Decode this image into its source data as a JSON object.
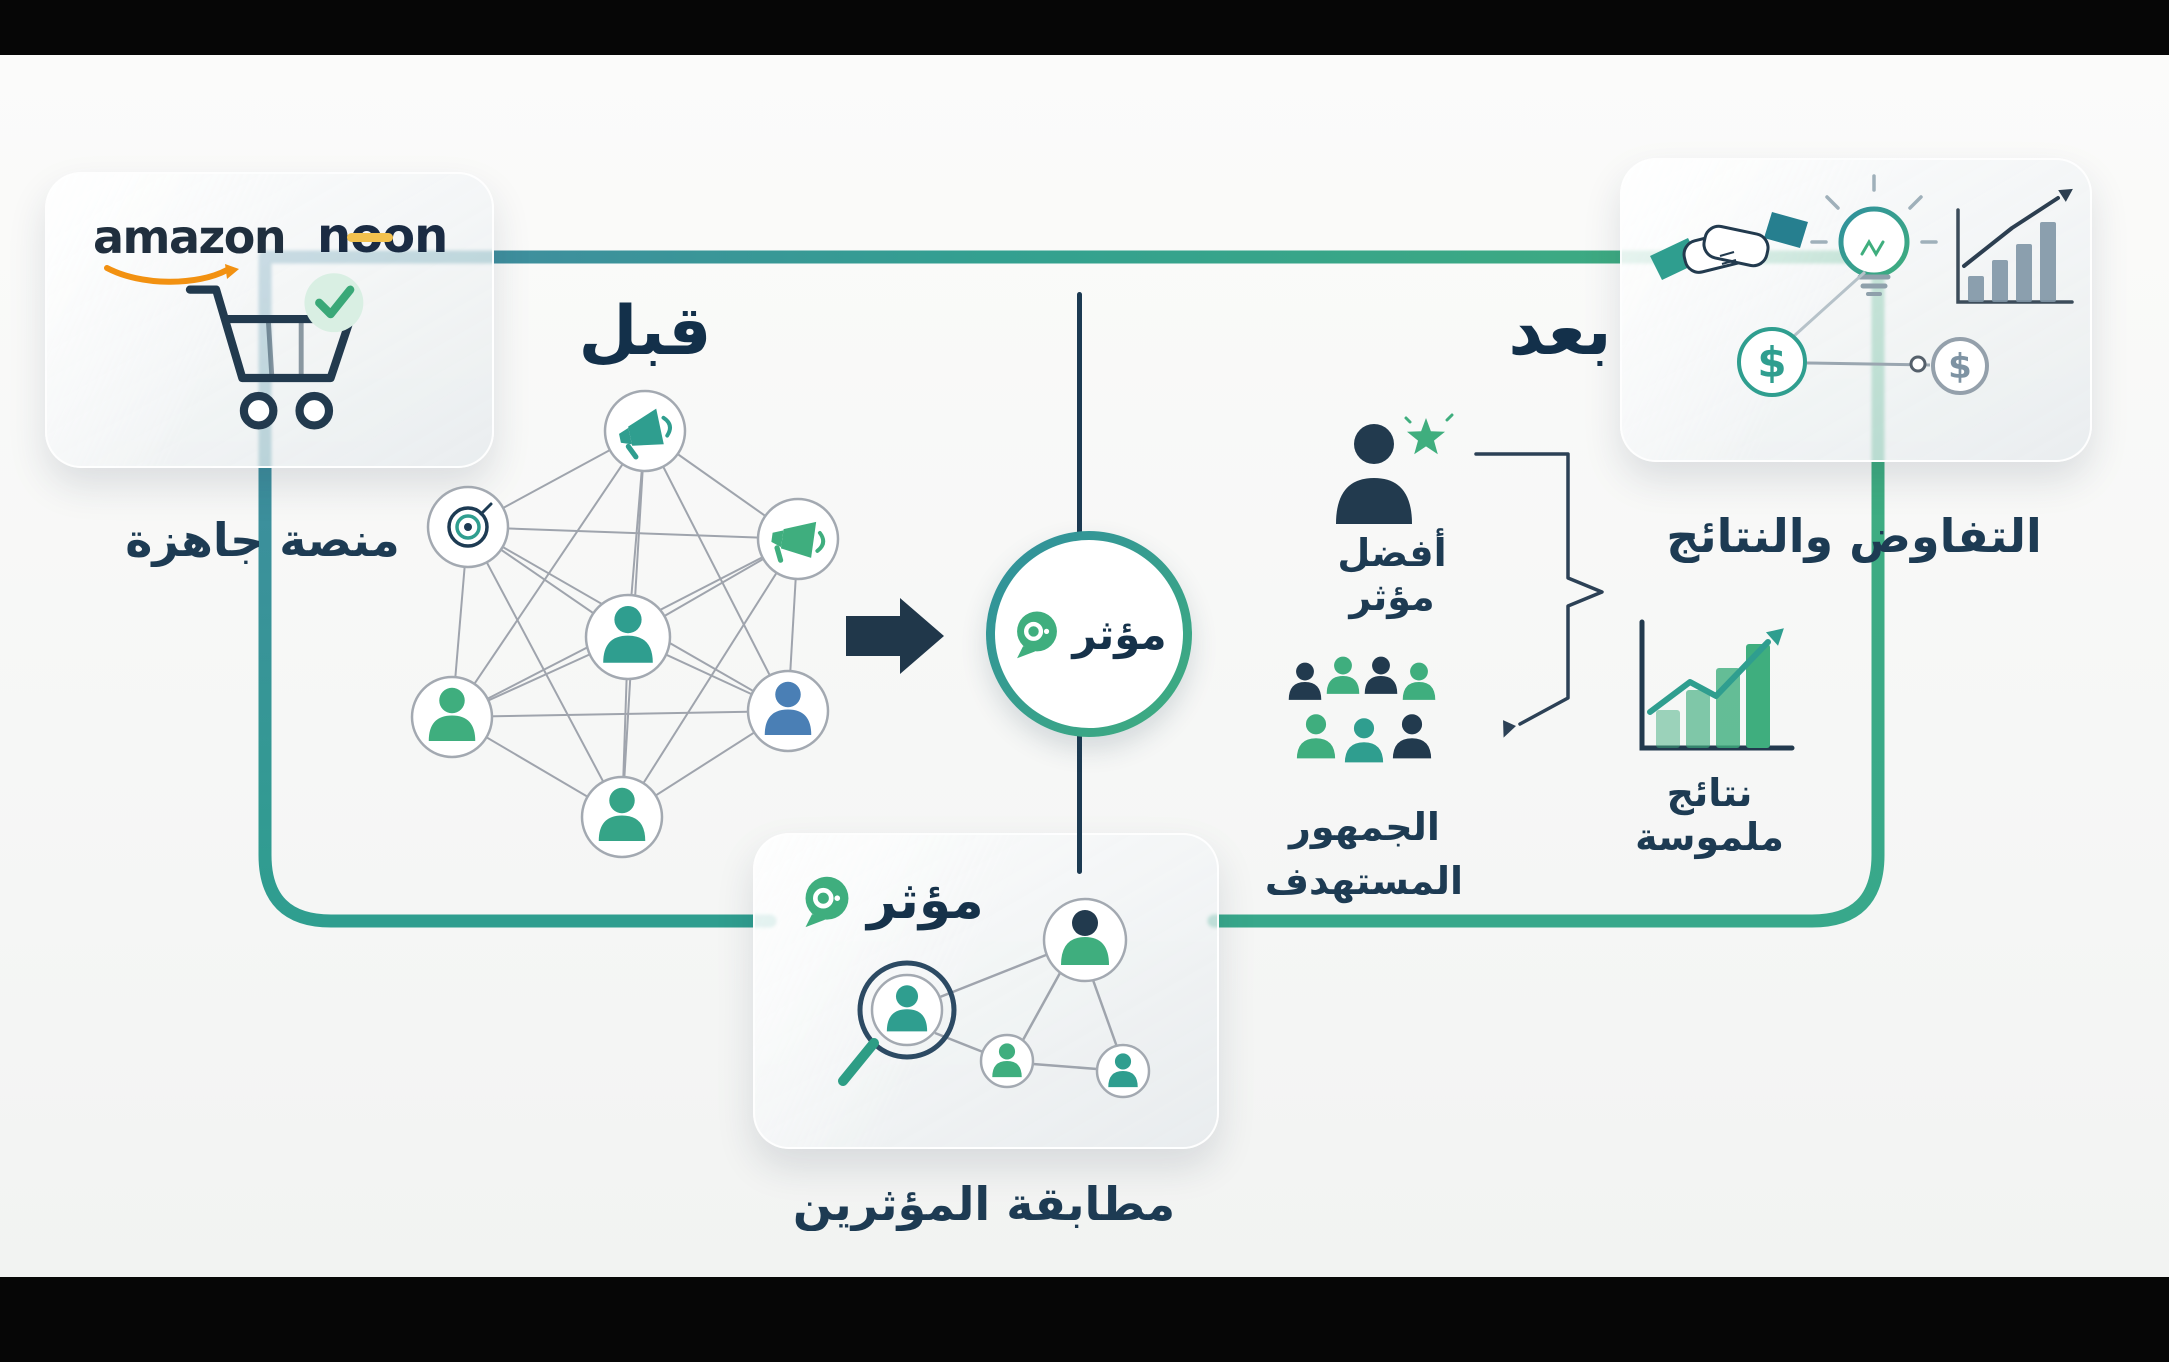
{
  "platform_card": {
    "amazon_logo": "amazon",
    "noon_logo": "noon",
    "label": "منصة جاهزة"
  },
  "headings": {
    "before": "قبل",
    "after": "بعد"
  },
  "brand": {
    "name": "مؤثر"
  },
  "after_items": {
    "best_influencer_label": "أفضل مؤثر",
    "audience_label_line1": "الجمهور",
    "audience_label_line2": "المستهدف",
    "results_label": "نتائج ملموسة"
  },
  "negotiation_card": {
    "label": "التفاوض والنتائج",
    "dollar_symbol": "$"
  },
  "matching_card": {
    "brand_name": "مؤثر",
    "label": "مطابقة المؤثرين"
  },
  "icons": {
    "cart_icon": "shopping-cart-check",
    "megaphone_icon": "megaphone",
    "target_icon": "bullseye-target",
    "person_icon": "person-avatar",
    "star_icon": "star",
    "handshake_icon": "handshake",
    "lightbulb_icon": "lightbulb-idea",
    "growth_chart_icon": "bar-chart-up-arrow",
    "dollar_icon": "dollar-coin",
    "magnifier_icon": "magnifying-glass",
    "speech_bubble_icon": "brand-speech-bubble",
    "flow_arrow_icon": "right-arrow"
  },
  "colors": {
    "accent_teal": "#2f9e8f",
    "accent_green": "#3fae7e",
    "navy": "#1d3b53",
    "dark_arrow": "#20374a",
    "amazon_orange": "#f29111",
    "noon_yellow": "#f2c14e",
    "wire_blue": "#4486a4",
    "node_blue": "#4a7fb5",
    "background": "#f7f8f7"
  }
}
